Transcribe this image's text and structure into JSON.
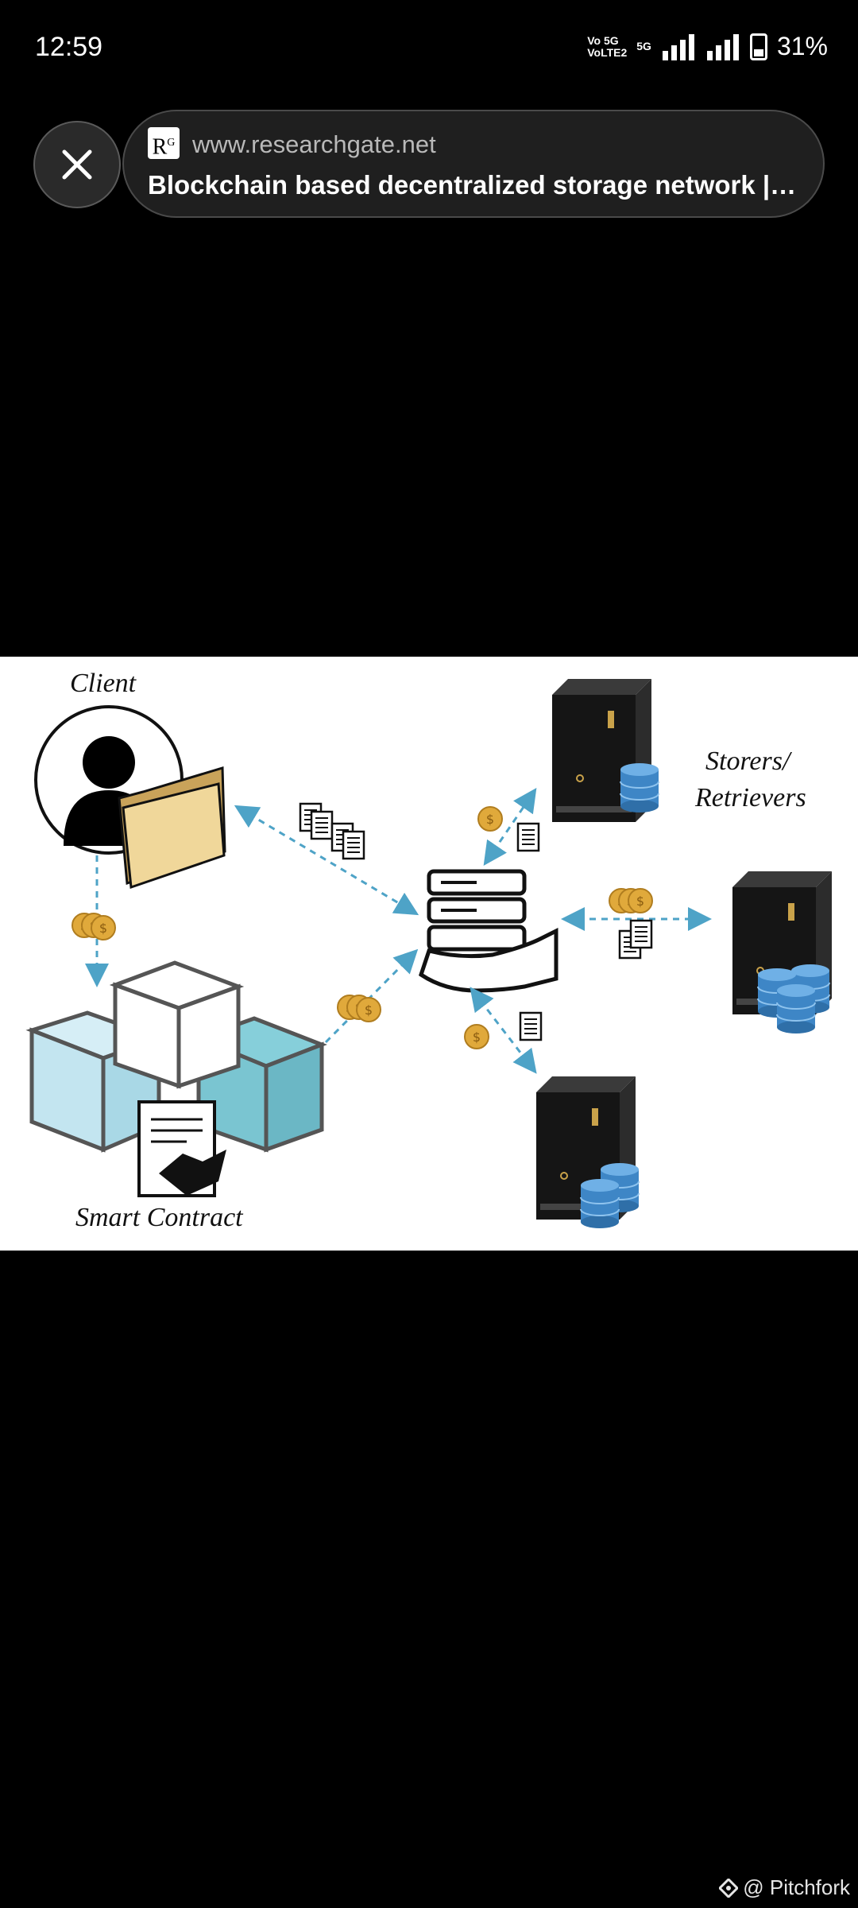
{
  "status_bar": {
    "time": "12:59",
    "net_line1": "Vo 5G",
    "net_line2": "VoLTE2",
    "net_5g": "5G",
    "battery": "31%",
    "battery_level": 0.31
  },
  "viewer": {
    "source_url": "www.researchgate.net",
    "source_title": "Blockchain based decentralized storage network | D...",
    "favicon_text": "R",
    "favicon_sup": "G"
  },
  "diagram": {
    "labels": {
      "client": "Client",
      "storers_line1": "Storers/",
      "storers_line2": "Retrievers",
      "smart_contract": "Smart Contract"
    },
    "colors": {
      "arrow": "#4ea3c7",
      "coin": "#e0a93b",
      "db": "#3e86c6",
      "cube_light": "#d6eef6",
      "cube_teal": "#86cfda"
    }
  },
  "watermark": {
    "text": "@ Pitchfork"
  }
}
